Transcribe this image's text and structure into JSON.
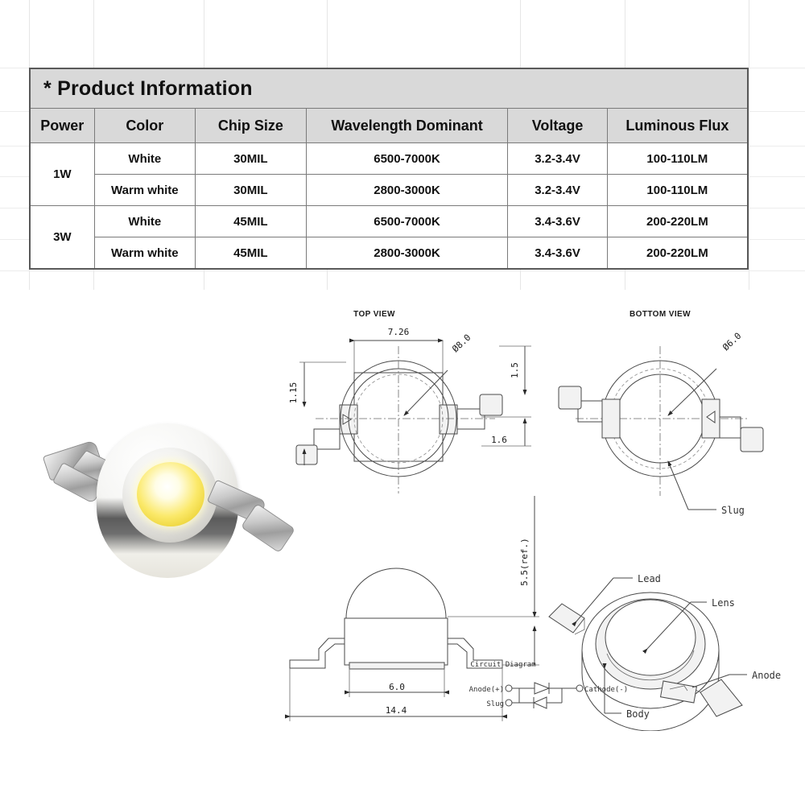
{
  "table": {
    "title": "* Product Information",
    "headers": [
      "Power",
      "Color",
      "Chip Size",
      "Wavelength Dominant",
      "Voltage",
      "Luminous Flux"
    ],
    "rows": [
      {
        "power": "1W",
        "color": "White",
        "chip": "30MIL",
        "wave": "6500-7000K",
        "volt": "3.2-3.4V",
        "flux": "100-110LM"
      },
      {
        "power": "1W",
        "color": "Warm white",
        "chip": "30MIL",
        "wave": "2800-3000K",
        "volt": "3.2-3.4V",
        "flux": "100-110LM"
      },
      {
        "power": "3W",
        "color": "White",
        "chip": "45MIL",
        "wave": "6500-7000K",
        "volt": "3.4-3.6V",
        "flux": "200-220LM"
      },
      {
        "power": "3W",
        "color": "Warm white",
        "chip": "45MIL",
        "wave": "2800-3000K",
        "volt": "3.4-3.6V",
        "flux": "200-220LM"
      }
    ],
    "header_bg": "#d9d9d9",
    "border_color": "#595959"
  },
  "drawing": {
    "top_view_title": "TOP VIEW",
    "bottom_view_title": "BOTTOM VIEW",
    "top_view_dims": {
      "width": "7.26",
      "lens_dia": "Ø8.0",
      "left_offset": "1.15",
      "right_top": "1.5",
      "right_bottom": "1.6"
    },
    "bottom_view_dims": {
      "slug_dia": "Ø6.0",
      "slug_label": "Slug"
    },
    "side_view_dims": {
      "height_ref": "5.5(ref.)",
      "body_width": "6.0",
      "overall_width": "14.4"
    },
    "iso_labels": {
      "lead": "Lead",
      "lens": "Lens",
      "anode": "Anode",
      "body": "Body"
    },
    "circuit": {
      "title": "Circuit Diagram",
      "anode": "Anode(+)",
      "slug": "Slug",
      "cathode": "Cathode(-)"
    }
  },
  "photo": {
    "alt": "1W 3W high power LED emitter bead with yellow phosphor lens and metal leads",
    "phosphor_color": "#fbe96a",
    "body_color": "#f3f3f1"
  }
}
